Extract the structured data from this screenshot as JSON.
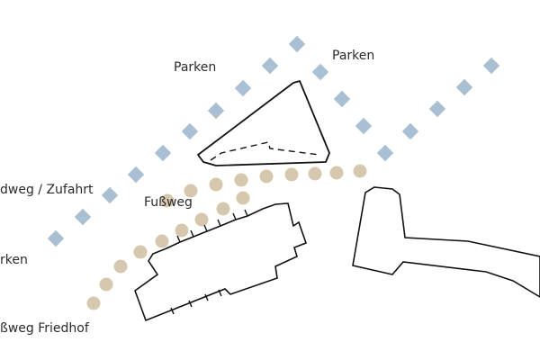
{
  "labels": {
    "parken_left": "Parken",
    "parken_right": "Parken",
    "radweg_zufahrt": "dweg / Zufahrt",
    "fussweg": "Fußweg",
    "parken_bottom": "rken",
    "fussweg_friedhof": "ßweg Friedhof"
  },
  "colors": {
    "parking_dots": "#a9bfd3",
    "footpath_dots": "#d6c8ae",
    "outline": "#111111",
    "background": "#ffffff",
    "text": "#2a2a2a"
  }
}
